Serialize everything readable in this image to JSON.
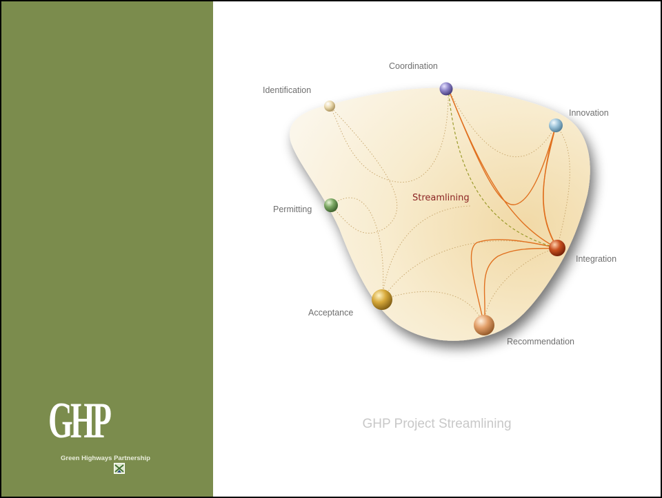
{
  "slide": {
    "caption": "GHP Project Streamlining"
  },
  "logo": {
    "letters": "GHP",
    "subtitle": "Green Highways Partnership"
  },
  "diagram": {
    "center_label": "Streamlining",
    "nodes": [
      {
        "id": "identification",
        "label": "Identification",
        "color": "#e8d6a8"
      },
      {
        "id": "coordination",
        "label": "Coordination",
        "color": "#8f86c9"
      },
      {
        "id": "innovation",
        "label": "Innovation",
        "color": "#8fb7cf"
      },
      {
        "id": "permitting",
        "label": "Permitting",
        "color": "#7da865"
      },
      {
        "id": "integration",
        "label": "Integration",
        "color": "#c1451c"
      },
      {
        "id": "acceptance",
        "label": "Acceptance",
        "color": "#d7a93a"
      },
      {
        "id": "recommendation",
        "label": "Recommendation",
        "color": "#e3a06a"
      }
    ],
    "colors": {
      "sidebar": "#7b8c4d",
      "blob": "#f6e6c4",
      "dotted_line": "#c9a86f",
      "highlight_line": "#e0701f",
      "dashed_line": "#9a9a2a"
    }
  }
}
